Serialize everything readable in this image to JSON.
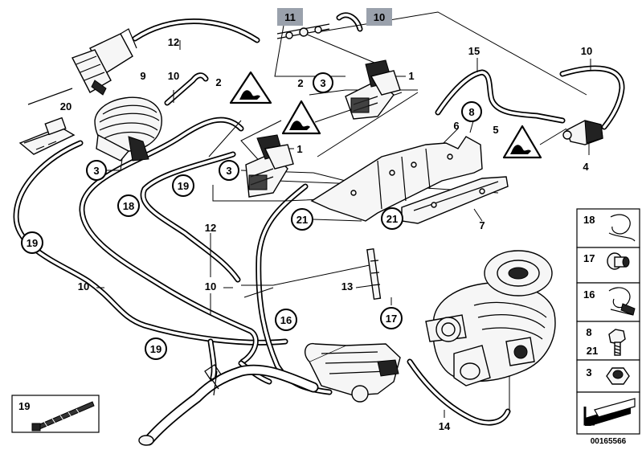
{
  "callouts": {
    "c1a": "1",
    "c1b": "1",
    "c2a": "2",
    "c2b": "2",
    "c3a": "3",
    "c3b": "3",
    "c3c": "3",
    "c4": "4",
    "c5": "5",
    "c6": "6",
    "c7": "7",
    "c8": "8",
    "c9": "9",
    "c10a": "10",
    "c10b": "10",
    "c10c": "10",
    "c10d": "10",
    "c10e": "10",
    "c11": "11",
    "c12a": "12",
    "c12b": "12",
    "c13": "13",
    "c14": "14",
    "c15": "15",
    "c16": "16",
    "c17": "17",
    "c18": "18",
    "c19a": "19",
    "c19b": "19",
    "c19c": "19",
    "c20": "20",
    "c21a": "21",
    "c21b": "21"
  },
  "legend": {
    "k18": "18",
    "k17": "17",
    "k16": "16",
    "k8": "8",
    "k21": "21",
    "k3": "3",
    "k19": "19"
  },
  "diagram_id": "00165566",
  "colors": {
    "highlight": "#9aa1ac",
    "line": "#000000",
    "background": "#ffffff"
  }
}
